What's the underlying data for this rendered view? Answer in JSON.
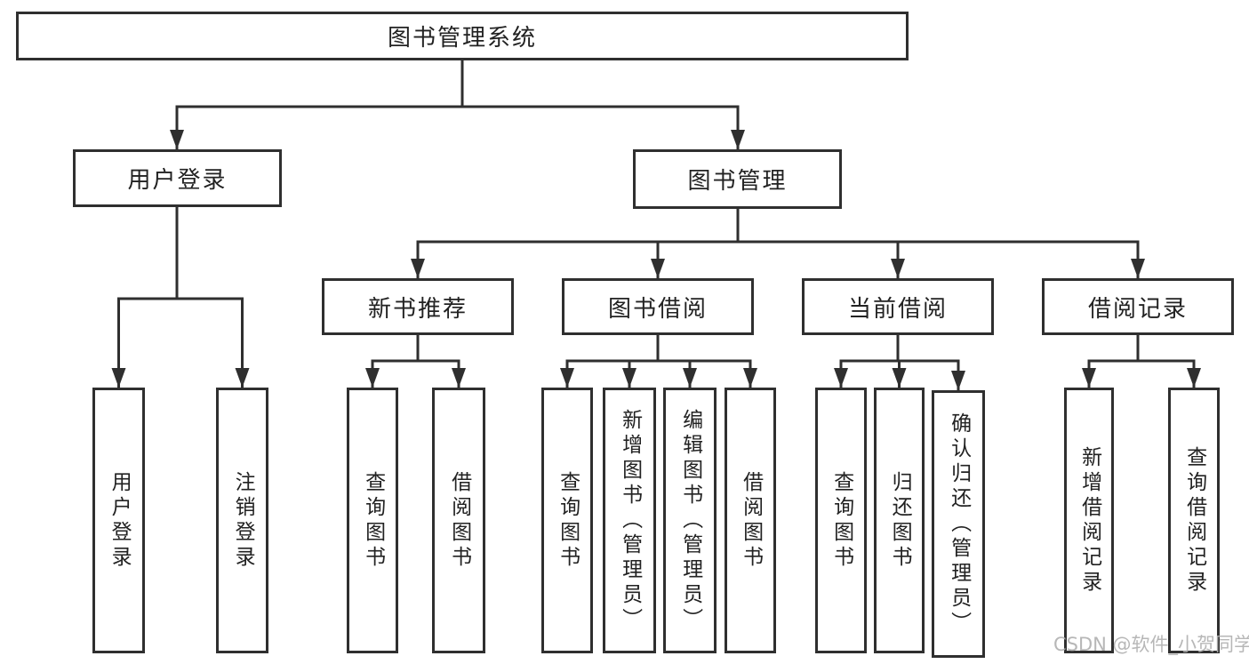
{
  "diagram": {
    "nodes": {
      "root": "图书管理系统",
      "user_login": "用户登录",
      "book_mgmt": "图书管理",
      "new_books": "新书推荐",
      "book_borrow": "图书借阅",
      "current_borrow": "当前借阅",
      "borrow_records": "借阅记录"
    },
    "leaves": {
      "user_login": [
        "用户登录",
        "注销登录"
      ],
      "new_books": [
        "查询图书",
        "借阅图书"
      ],
      "book_borrow": [
        "查询图书",
        "新增图书（管理员）",
        "编辑图书（管理员）",
        "借阅图书"
      ],
      "current_borrow": [
        "查询图书",
        "归还图书",
        "确认归还（管理员）"
      ],
      "borrow_records": [
        "新增借阅记录",
        "查询借阅记录"
      ]
    },
    "colors": {
      "line": "#2f2f2f",
      "text": "#222222",
      "watermark": "#b0b0b0"
    },
    "watermark": "CSDN @软件_小贺同学"
  }
}
